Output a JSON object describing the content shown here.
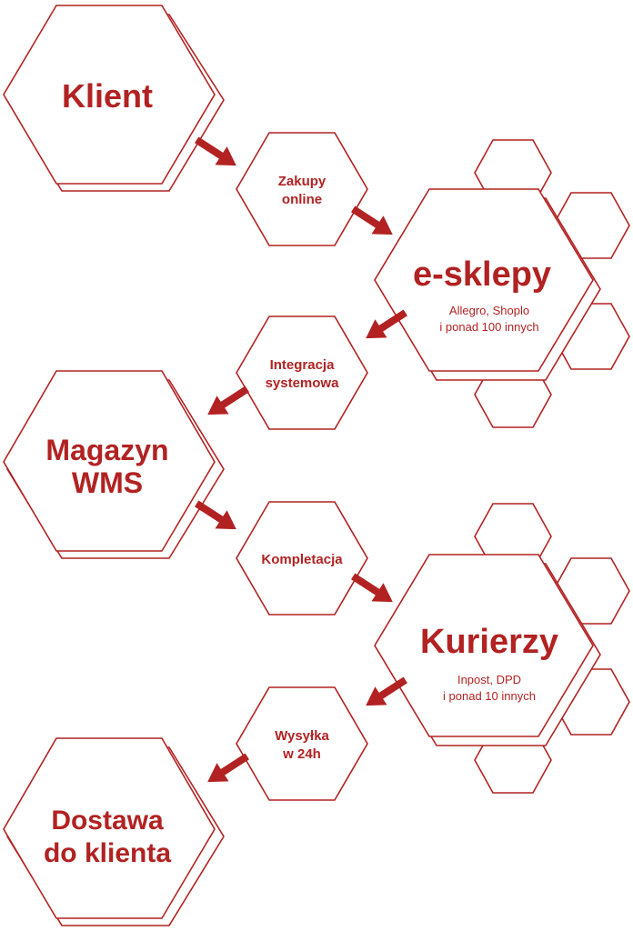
{
  "colors": {
    "accent": "#b22222",
    "background": "#ffffff"
  },
  "nodes": {
    "klient": {
      "line1": "Klient"
    },
    "zakupy": {
      "line1": "Zakupy",
      "line2": "online"
    },
    "esklepy": {
      "title": "e-sklepy",
      "sub1": "Allegro, Shoplo",
      "sub2": "i ponad 100 innych"
    },
    "integracja": {
      "line1": "Integracja",
      "line2": "systemowa"
    },
    "magazyn": {
      "line1": "Magazyn",
      "line2": "WMS"
    },
    "kompletacja": {
      "line1": "Kompletacja"
    },
    "kurierzy": {
      "title": "Kurierzy",
      "sub1": "Inpost, DPD",
      "sub2": "i ponad 10 innych"
    },
    "wysylka": {
      "line1": "Wysyłka",
      "line2": "w 24h"
    },
    "dostawa": {
      "line1": "Dostawa",
      "line2": "do klienta"
    }
  }
}
